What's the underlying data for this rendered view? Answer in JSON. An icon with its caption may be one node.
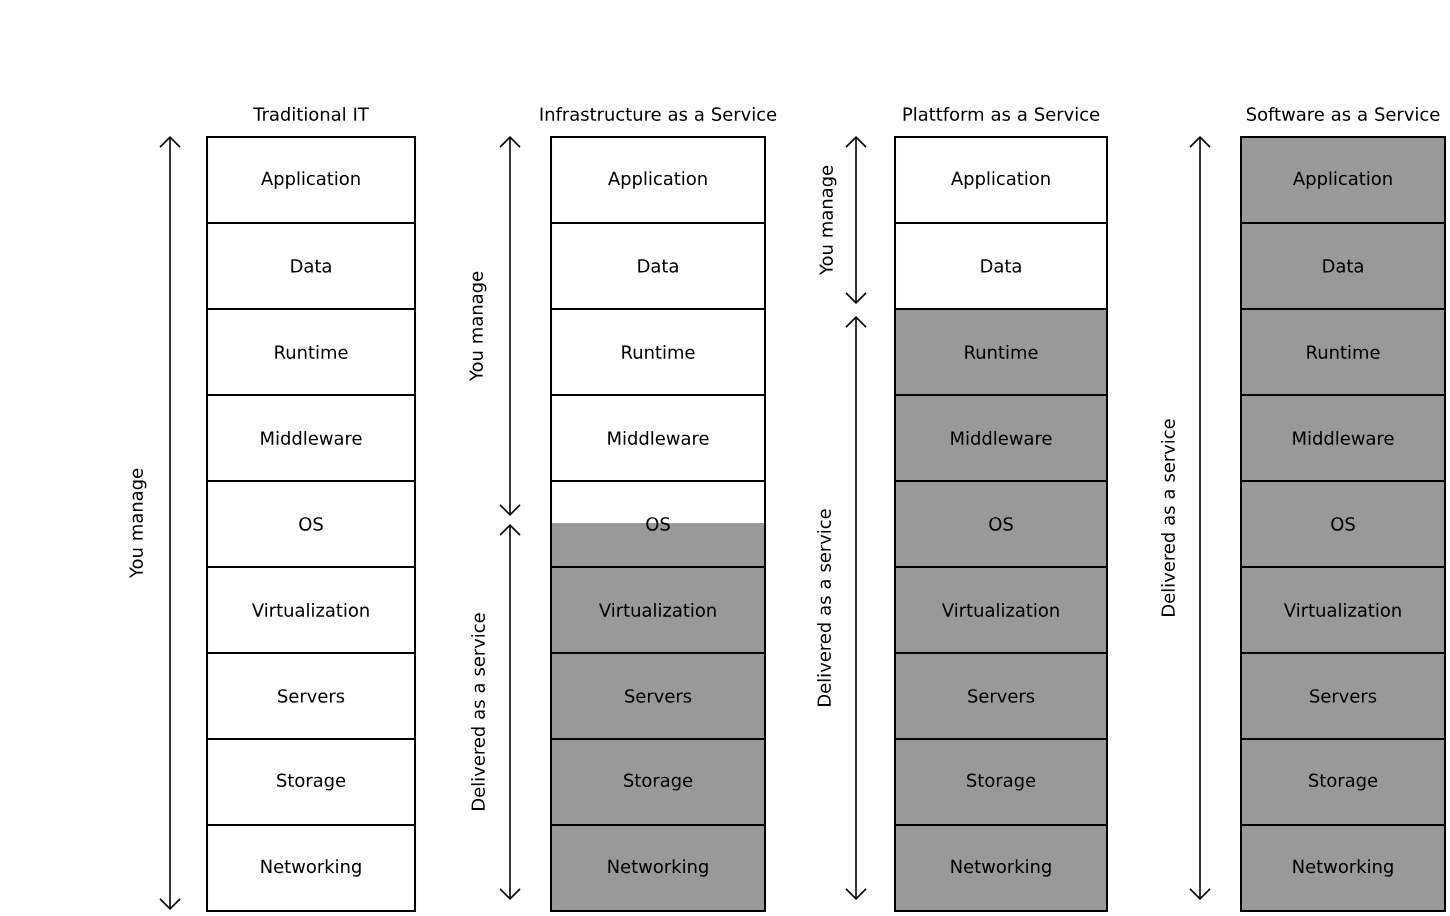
{
  "diagram": {
    "nodes": [
      {
        "text": [
          "Traditional IT"
        ]
      },
      {
        "text": [
          "Application"
        ],
        "in": 0
      },
      {
        "text": [
          "Data"
        ],
        "in": 0
      },
      {
        "text": [
          "Runtime"
        ],
        "in": 0
      },
      {
        "text": [
          "Middleware"
        ],
        "in": 0
      },
      {
        "text": [
          "OS"
        ],
        "in": 0
      },
      {
        "text": [
          "Virtualization"
        ],
        "in": 0
      },
      {
        "text": [
          "Servers"
        ],
        "in": 0
      },
      {
        "text": [
          "Storage"
        ],
        "in": 0
      },
      {
        "text": [
          "Networking"
        ],
        "in": 0
      },
      {
        "text": [
          "Infrastructure as a Service"
        ]
      },
      {
        "text": [
          "Application"
        ],
        "in": 10
      },
      {
        "text": [
          "Data"
        ],
        "in": 10
      },
      {
        "text": [
          "Runtime"
        ],
        "in": 10
      },
      {
        "text": [
          "Middleware"
        ],
        "in": 10
      },
      {
        "text": [
          "OS"
        ],
        "in": 10
      },
      {
        "text": [
          "Virtualization"
        ],
        "in": 10
      },
      {
        "text": [
          "Servers"
        ],
        "in": 10
      },
      {
        "text": [
          "Storage"
        ],
        "in": 10
      },
      {
        "text": [
          "Networking"
        ],
        "in": 10
      },
      {
        "text": [
          "Plattform as a Service"
        ]
      },
      {
        "text": [
          "Application"
        ],
        "in": 20
      },
      {
        "text": [
          "Data"
        ],
        "in": 20
      },
      {
        "text": [
          "Runtime"
        ],
        "in": 20
      },
      {
        "text": [
          "Middleware"
        ],
        "in": 20
      },
      {
        "text": [
          "OS"
        ],
        "in": 20
      },
      {
        "text": [
          "Virtualization"
        ],
        "in": 20
      },
      {
        "text": [
          "Servers"
        ],
        "in": 20
      },
      {
        "text": [
          "Storage"
        ],
        "in": 20
      },
      {
        "text": [
          "Networking"
        ],
        "in": 20
      },
      {
        "text": [
          "Software as a Service"
        ]
      },
      {
        "text": [
          "Application"
        ],
        "in": 30
      },
      {
        "text": [
          "Data"
        ],
        "in": 30
      },
      {
        "text": [
          "Runtime"
        ],
        "in": 30
      },
      {
        "text": [
          "Middleware"
        ],
        "in": 30
      },
      {
        "text": [
          "OS"
        ],
        "in": 30
      },
      {
        "text": [
          "Virtualization"
        ],
        "in": 30
      },
      {
        "text": [
          "Servers"
        ],
        "in": 30
      },
      {
        "text": [
          "Storage"
        ],
        "in": 30
      },
      {
        "text": [
          "Networking"
        ],
        "in": 30
      }
    ],
    "labels": [
      "You manage",
      "You manage",
      "Delivered as a service",
      "You manage",
      "Delivered as a service",
      "Delivered as a service"
    ]
  }
}
